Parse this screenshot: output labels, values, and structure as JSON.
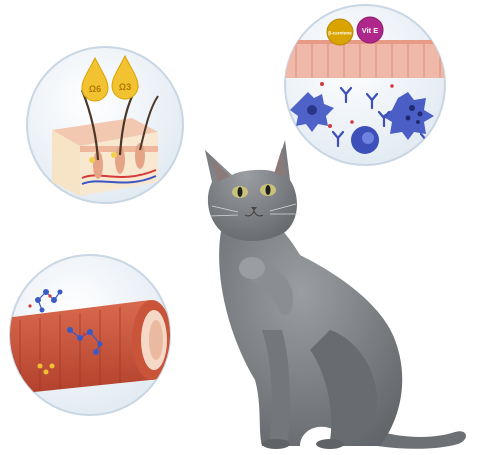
{
  "illustrations": {
    "skin": {
      "drops": [
        "Ω6",
        "Ω3"
      ],
      "colors": {
        "drop": "#f2c230",
        "skin_top": "#f3c8b0",
        "skin_mid": "#f7e3c6",
        "hair": "#4a3728"
      }
    },
    "immune": {
      "badges": [
        {
          "text": "β-carotene",
          "color": "#d9a300"
        },
        {
          "text": "Vit E",
          "color": "#b0278c"
        }
      ],
      "colors": {
        "cells": "#3d4fb8",
        "epithelium": "#f0b8a8"
      }
    },
    "vessel": {
      "colors": {
        "wall": "#c9543a",
        "lumen": "#f5d8c6",
        "molecules": "#3b5bc4"
      }
    }
  },
  "subject": {
    "label": "",
    "colors": {
      "fur": "#7d8085",
      "fur_dark": "#5a5d62",
      "eye": "#c8c27a"
    }
  },
  "colors": {
    "background": "#ffffff",
    "circle_bg": "#eef3f8",
    "circle_edge": "#c9d6e3"
  }
}
